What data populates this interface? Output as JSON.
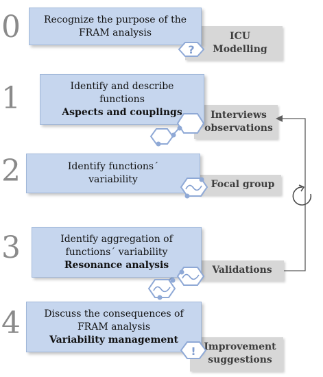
{
  "steps": [
    {
      "number": "0",
      "lines": [
        "Recognize the purpose of the",
        "FRAM analysis"
      ],
      "bold": ""
    },
    {
      "number": "1",
      "lines": [
        "Identify and describe",
        "functions"
      ],
      "bold": "Aspects and couplings"
    },
    {
      "number": "2",
      "lines": [
        "Identify functions´",
        "variability"
      ],
      "bold": ""
    },
    {
      "number": "3",
      "lines": [
        "Identify aggregation of",
        "functions´ variability"
      ],
      "bold": "Resonance analysis"
    },
    {
      "number": "4",
      "lines": [
        "Discuss the consequences of",
        "FRAM analysis"
      ],
      "bold": "Variability management"
    }
  ],
  "side_labels": {
    "s0_line1": "ICU",
    "s0_line2": "Modelling",
    "s1_line1": "Interviews",
    "s1_line2": "observations",
    "s2": "Focal group",
    "s3": "Validations",
    "s4_line1": "Improvement",
    "s4_line2": "suggestions"
  },
  "icons": {
    "question": "?",
    "exclamation": "!"
  }
}
